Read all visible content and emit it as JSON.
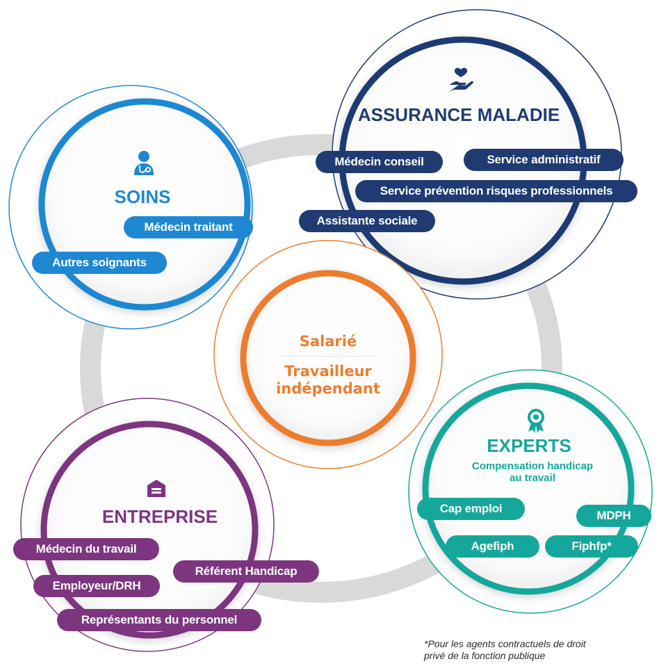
{
  "center": {
    "line1": "Salarié",
    "line2a": "Travailleur",
    "line2b": "indépendant"
  },
  "assurance": {
    "title": "ASSURANCE MALADIE",
    "items": [
      "Médecin conseil",
      "Service administratif",
      "Service prévention risques professionnels",
      "Assistante sociale"
    ]
  },
  "soins": {
    "title": "SOINS",
    "items": [
      "Médecin traitant",
      "Autres soignants"
    ]
  },
  "entreprise": {
    "title": "ENTREPRISE",
    "items": [
      "Médecin du travail",
      "Référent Handicap",
      "Employeur/DRH",
      "Représentants du personnel"
    ]
  },
  "experts": {
    "title": "EXPERTS",
    "subtitle_line1": "Compensation handicap",
    "subtitle_line2": "au travail",
    "items": [
      "Cap emploi",
      "MDPH",
      "Agefiph",
      "Fiphfp*"
    ]
  },
  "footnote": {
    "line1": "*Pour les agents contractuels de droit",
    "line2": "privé de la fonction publique"
  },
  "colors": {
    "navy": "#1f3b72",
    "blue": "#1f88d2",
    "purple": "#7d3580",
    "teal": "#15a79b",
    "orange": "#ec7d2e",
    "ring": "#d9d9d9"
  },
  "icons": {
    "assurance": "heart-hand-icon",
    "soins": "doctor-icon",
    "entreprise": "building-icon",
    "experts": "award-ribbon-icon"
  }
}
